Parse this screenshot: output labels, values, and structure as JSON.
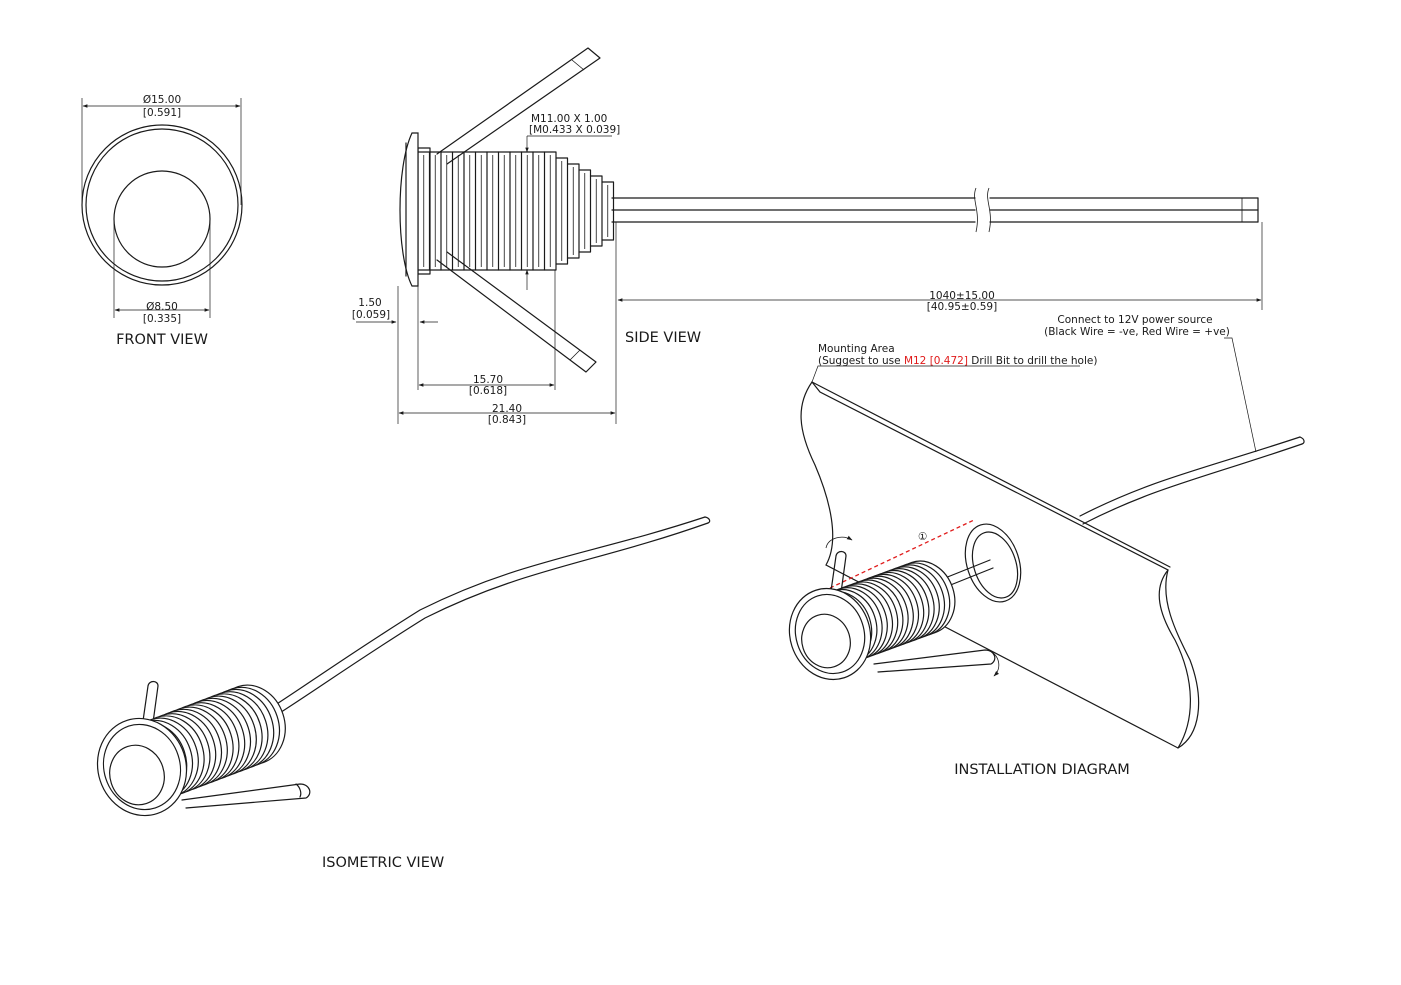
{
  "views": {
    "front": "FRONT VIEW",
    "side": "SIDE VIEW",
    "isometric": "ISOMETRIC VIEW",
    "installation": "INSTALLATION DIAGRAM"
  },
  "dimensions": {
    "outer_dia": "Ø15.00",
    "outer_dia_in": "[0.591]",
    "inner_dia": "Ø8.50",
    "inner_dia_in": "[0.335]",
    "thread": "M11.00 X 1.00",
    "thread_in": "[M0.433 X 0.039]",
    "flange": "1.50",
    "flange_in": "[0.059]",
    "body": "15.70",
    "body_in": "[0.618]",
    "overall": "21.40",
    "overall_in": "[0.843]",
    "cable": "1040±15.00",
    "cable_in": "[40.95±0.59]"
  },
  "notes": {
    "mounting_title": "Mounting Area",
    "mounting_pre": "(Suggest to use ",
    "mounting_red": "M12 [0.472]",
    "mounting_post": " Drill Bit to drill the hole)",
    "power_line1": "Connect to 12V power source",
    "power_line2": "(Black Wire = -ve, Red Wire = +ve)",
    "step_marker": "①"
  },
  "colors": {
    "line": "#1a1a1a",
    "highlight": "#e01b1b"
  }
}
